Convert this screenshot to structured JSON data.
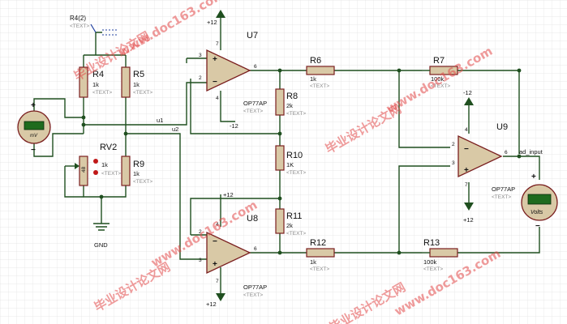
{
  "supplies": {
    "pos": "+12",
    "neg": "-12"
  },
  "ground_label": "GND",
  "probe_label": "R4(2)",
  "text_placeholder": "<TEXT>",
  "nets": {
    "u1": "u1",
    "u2": "u2",
    "ad_input": "ad_input"
  },
  "meters": {
    "mv": {
      "unit": "mV",
      "plus": "+",
      "minus": "−"
    },
    "volts": {
      "unit": "Volts",
      "plus": "+",
      "minus": "−"
    }
  },
  "resistors": {
    "R4": {
      "ref": "R4",
      "value": "1k"
    },
    "R5": {
      "ref": "R5",
      "value": "1k"
    },
    "R6": {
      "ref": "R6",
      "value": "1k"
    },
    "R7": {
      "ref": "R7",
      "value": "100k"
    },
    "R8": {
      "ref": "R8",
      "value": "2k"
    },
    "R9": {
      "ref": "R9",
      "value": "1k"
    },
    "R10": {
      "ref": "R10",
      "value": "1K"
    },
    "R11": {
      "ref": "R11",
      "value": "2k"
    },
    "R12": {
      "ref": "R12",
      "value": "1k"
    },
    "R13": {
      "ref": "R13",
      "value": "100k"
    }
  },
  "pot": {
    "ref": "RV2",
    "value": "1k",
    "pct": "48"
  },
  "opamps": {
    "U7": {
      "ref": "U7",
      "model": "OP77AP"
    },
    "U8": {
      "ref": "U8",
      "model": "OP77AP"
    },
    "U9": {
      "ref": "U9",
      "model": "OP77AP"
    }
  },
  "pins": {
    "p2": "2",
    "p3": "3",
    "p4": "4",
    "p6": "6",
    "p7": "7"
  },
  "watermarks": [
    "毕业设计论文网",
    "www.doc163.com"
  ]
}
